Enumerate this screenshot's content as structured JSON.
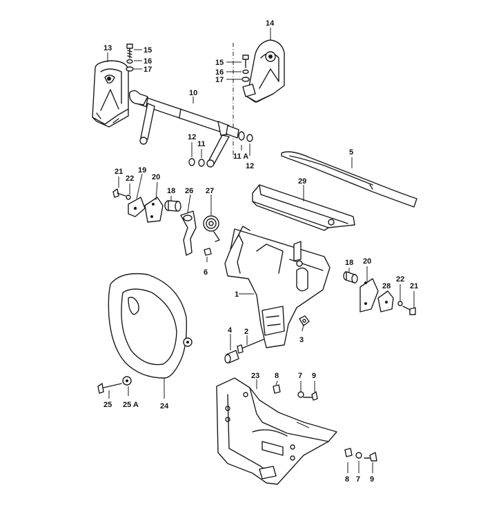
{
  "diagram": {
    "labels": {
      "p1": "1",
      "p2": "2",
      "p3": "3",
      "p4": "4",
      "p5": "5",
      "p6": "6",
      "p7a": "7",
      "p7b": "7",
      "p8a": "8",
      "p8b": "8",
      "p9a": "9",
      "p9b": "9",
      "p10": "10",
      "p11": "11",
      "p11A": "11 A",
      "p12a": "12",
      "p12b": "12",
      "p13": "13",
      "p14": "14",
      "p15a": "15",
      "p15b": "15",
      "p16a": "16",
      "p16b": "16",
      "p17a": "17",
      "p17b": "17",
      "p18a": "18",
      "p18b": "18",
      "p19": "19",
      "p20a": "20",
      "p20b": "20",
      "p21a": "21",
      "p21b": "21",
      "p22a": "22",
      "p22b": "22",
      "p23": "23",
      "p24": "24",
      "p25": "25",
      "p25A": "25 A",
      "p26": "26",
      "p27": "27",
      "p28": "28",
      "p29": "29"
    }
  }
}
